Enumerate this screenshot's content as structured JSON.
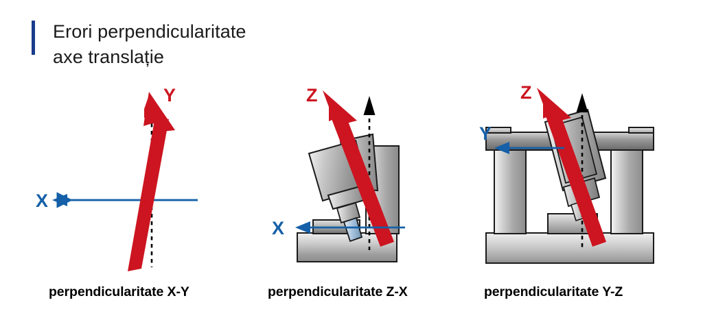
{
  "title": {
    "text": "Erori perpendicularitate\naxe translație",
    "accent_color": "#1a3a8c"
  },
  "colors": {
    "red_axis": "#cc1520",
    "blue_axis": "#1560a8",
    "nominal_line": "#000000",
    "machine_gray_light": "#e8e8e8",
    "machine_gray_mid": "#b0b0b0",
    "machine_gray_dark": "#6e6e6e",
    "outline": "#1a1a1a",
    "tool_tip": "#a9c4dd"
  },
  "panels": [
    {
      "id": "panel-xy",
      "caption": "perpendicularitate X-Y",
      "red_axis_label": "Y",
      "blue_axis_label": "X",
      "nominal_axis": "vertical-dotted",
      "machine_view": "none"
    },
    {
      "id": "panel-zx",
      "caption": "perpendicularitate Z-X",
      "red_axis_label": "Z",
      "blue_axis_label": "X",
      "nominal_axis": "vertical-dotted",
      "machine_view": "side-column-machine"
    },
    {
      "id": "panel-yz",
      "caption": "perpendicularitate Y-Z",
      "red_axis_label": "Z",
      "blue_axis_label": "Y",
      "nominal_axis": "vertical-dotted",
      "machine_view": "gantry-front-machine"
    }
  ]
}
